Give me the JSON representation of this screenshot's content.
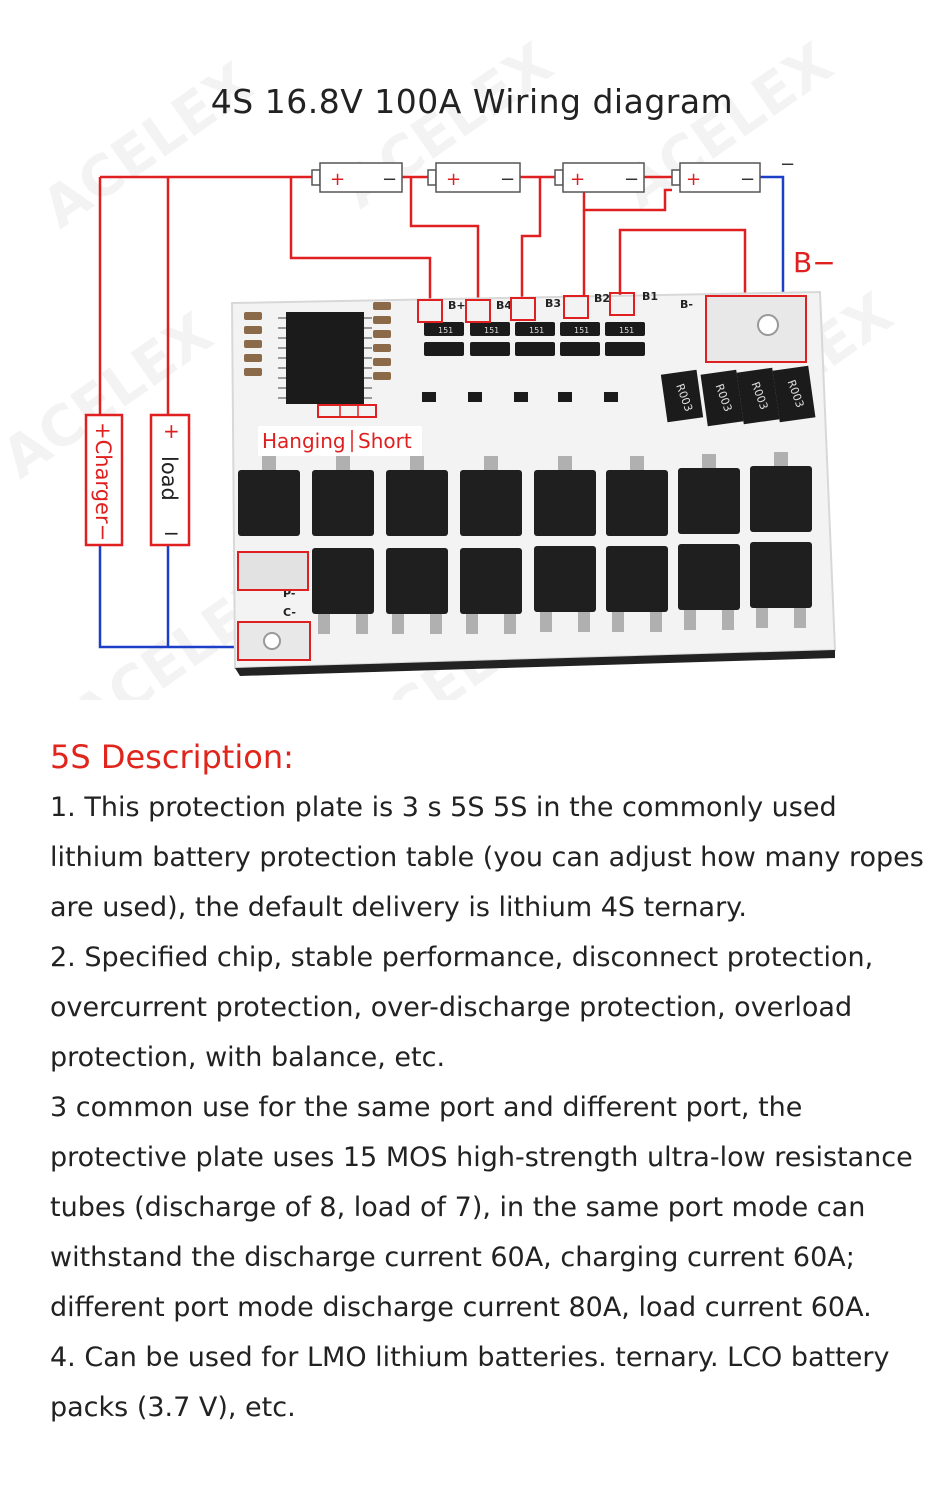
{
  "diagram": {
    "title": "4S 16.8V 100A Wiring diagram",
    "watermark": "ACELEX",
    "colors": {
      "positive": "#e02020",
      "negative": "#1c3fc8",
      "label_box": "#e02020",
      "pcb": "#f0f0f0"
    },
    "cells": [
      {
        "plus": "+",
        "minus": "−"
      },
      {
        "plus": "+",
        "minus": "−"
      },
      {
        "plus": "+",
        "minus": "−"
      },
      {
        "plus": "+",
        "minus": "−"
      }
    ],
    "end_minus": "−",
    "b_minus_label": "B−",
    "charger_label": "+Charger−",
    "load_plus": "+",
    "load_text": "load",
    "load_minus": "−",
    "hanging_label": "Hanging",
    "short_label": "Short",
    "pcb": {
      "pins": [
        "B+",
        "B4",
        "B3",
        "B2",
        "B1",
        "B-"
      ],
      "side_pins": [
        "P-",
        "C-"
      ],
      "shunts": [
        "R003",
        "R003",
        "R003",
        "R003"
      ],
      "resistor_code": "151"
    }
  },
  "description": {
    "heading": "5S Description:",
    "paragraphs": [
      "1. This protection plate is 3 s 5S 5S in the commonly used lithium battery protection table (you can adjust how many ropes are used), the default delivery is lithium 4S ternary.",
      "2. Specified chip, stable performance, disconnect protection, overcurrent protection, over-discharge protection, overload protection, with balance, etc.",
      "3 common use for the same port and different port, the protective plate uses 15 MOS high-strength ultra-low resistance tubes (discharge of 8, load of 7), in the same port mode can withstand the discharge current 60A, charging current 60A; different port mode discharge current 80A, load current 60A.",
      "4. Can be used for LMO lithium batteries. ternary. LCO battery packs (3.7 V), etc."
    ]
  }
}
